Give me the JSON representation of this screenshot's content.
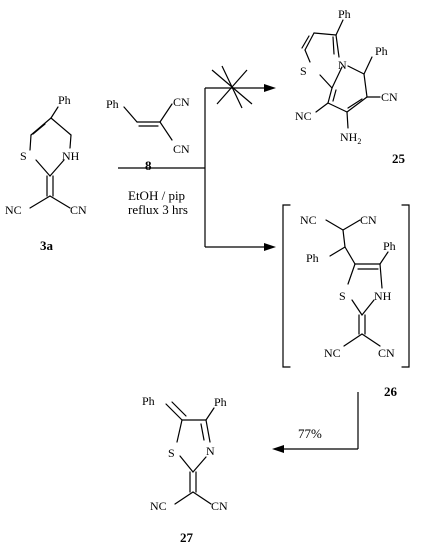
{
  "compounds": {
    "c3a": {
      "id": "3a",
      "ph": "Ph",
      "s": "S",
      "nh": "NH",
      "cn_left": "NC",
      "cn_right": "CN"
    },
    "c8": {
      "id": "8",
      "ph": "Ph",
      "cn_top": "CN",
      "cn_bottom": "CN"
    },
    "c25": {
      "id": "25",
      "ph_top": "Ph",
      "ph_right": "Ph",
      "s": "S",
      "n": "N",
      "cn_right": "CN",
      "cn_left": "NC",
      "nh2": "NH",
      "nh2_sub": "2"
    },
    "c26": {
      "id": "26",
      "cn_top_left": "NC",
      "cn_top_right": "CN",
      "ph_left": "Ph",
      "ph_right": "Ph",
      "s": "S",
      "nh": "NH",
      "cn_bottom_left": "NC",
      "cn_bottom_right": "CN"
    },
    "c27": {
      "id": "27",
      "ph_left": "Ph",
      "ph_right": "Ph",
      "s": "S",
      "n": "N",
      "cn_left": "NC",
      "cn_right": "CN"
    }
  },
  "conditions": {
    "line1": "EtOH / pip",
    "line2": "reflux 3 hrs"
  },
  "yield": "77%"
}
